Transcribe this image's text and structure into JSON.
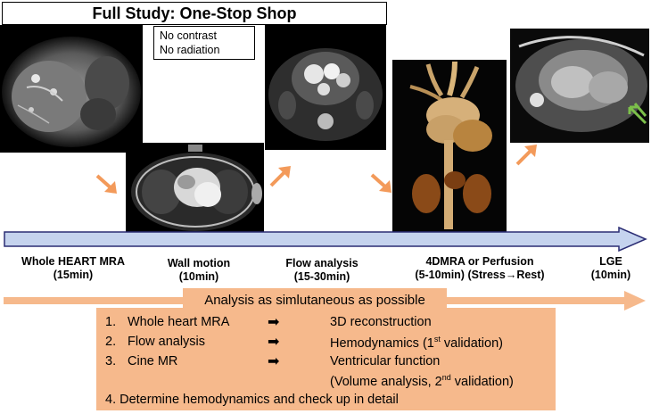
{
  "title": "Full Study: One-Stop Shop",
  "note": {
    "line1": "No contrast",
    "line2": "No radiation"
  },
  "stages": [
    {
      "name": "Whole HEART MRA",
      "time": "(15min)"
    },
    {
      "name": "Wall motion",
      "time": "(10min)"
    },
    {
      "name": "Flow analysis",
      "time": "(15-30min)"
    },
    {
      "name": "4DMRA or Perfusion",
      "time": "(5-10min) (Stress→Rest)"
    },
    {
      "name": "LGE",
      "time": "(10min)"
    }
  ],
  "analysis": {
    "header": "Analysis as simlutaneous as possible",
    "rows": [
      {
        "num": "1.",
        "item": "Whole heart MRA",
        "arrow": "➡",
        "result": "3D reconstruction"
      },
      {
        "num": "2.",
        "item": "Flow analysis",
        "arrow": "➡",
        "result_pre": "Hemodynamics (1",
        "result_sup": "st",
        "result_post": " validation)"
      },
      {
        "num": "3.",
        "item": "Cine MR",
        "arrow": "➡",
        "result": "Ventricular function",
        "result_line2_pre": "(Volume analysis, 2",
        "result_line2_sup": "nd",
        "result_line2_post": " validation)"
      }
    ],
    "footer": "4.  Determine hemodynamics and check up in detail"
  },
  "colors": {
    "orange_arrow": "#f39a5a",
    "band": "#f6b98c",
    "timeline_fill": "#c5d3ee",
    "timeline_stroke": "#2b2d74",
    "lge_arrow": "#7cc04a"
  }
}
